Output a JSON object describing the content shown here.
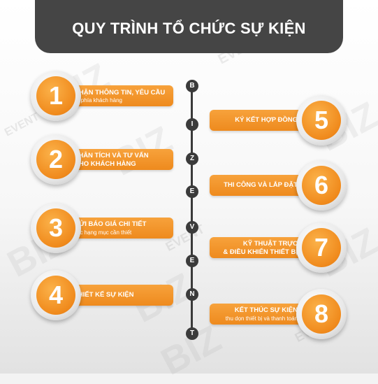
{
  "header": {
    "title": "QUY TRÌNH TỔ CHỨC SỰ KIỆN"
  },
  "timeline": {
    "letters": [
      "B",
      "I",
      "Z",
      "E",
      "V",
      "E",
      "N",
      "T"
    ]
  },
  "steps": [
    {
      "number": "1",
      "line1": "NHẬN THÔNG TIN, YÊU CẦU",
      "line2": "từ phía khách hàng"
    },
    {
      "number": "2",
      "line1": "PHÂN TÍCH VÀ TƯ VẤN",
      "line2": "CHO KHÁCH HÀNG"
    },
    {
      "number": "3",
      "line1": "GỬI BÁO GIÁ CHI TIẾT",
      "line2": "các hạng mục cần thiết"
    },
    {
      "number": "4",
      "line1": "THIẾT KẾ SỰ KIỆN",
      "line2": ""
    },
    {
      "number": "5",
      "line1": "KÝ KẾT HỢP ĐỒNG",
      "line2": ""
    },
    {
      "number": "6",
      "line1": "THI CÔNG VÀ LẮP ĐẶT",
      "line2": ""
    },
    {
      "number": "7",
      "line1": "KỸ THUẬT TRỰC",
      "line2": "& ĐIỀU KHIỂN THIẾT BỊ"
    },
    {
      "number": "8",
      "line1": "KẾT THÚC SỰ KIỆN",
      "line2": "thu dọn thiết bị và thanh toán"
    }
  ],
  "watermark": {
    "brand": "BIZ",
    "word": "EVENT"
  },
  "colors": {
    "accent": "#f29a2e",
    "header": "#454545",
    "timeline": "#3b3b3b"
  }
}
